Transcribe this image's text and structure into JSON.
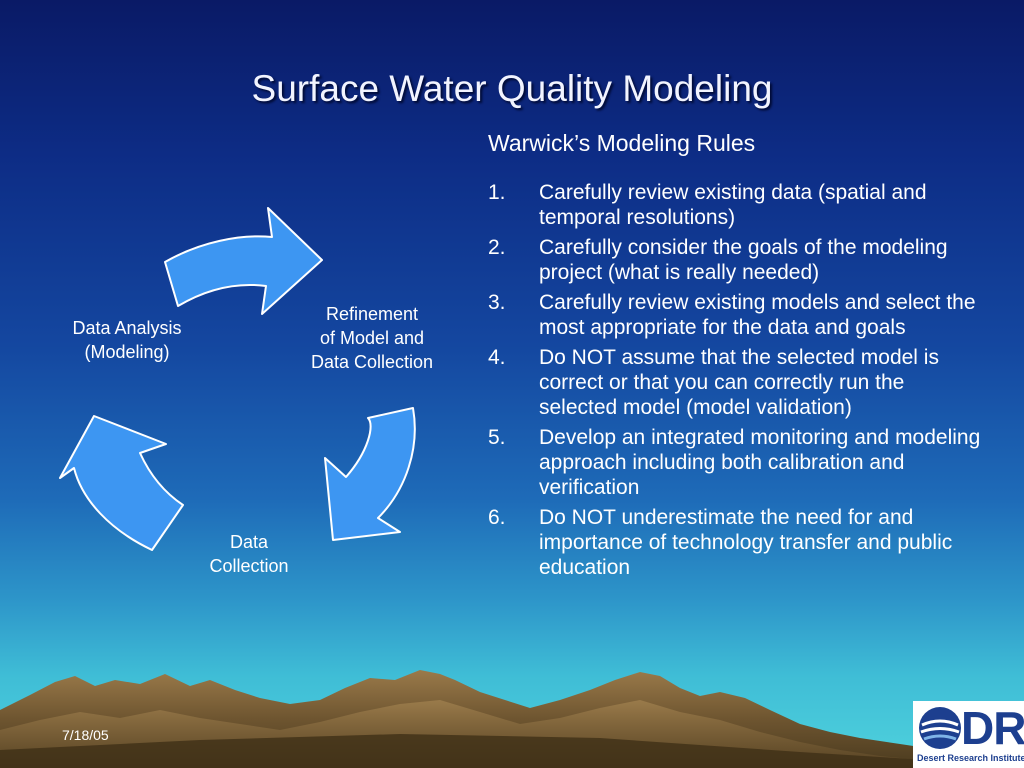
{
  "slide": {
    "title": "Surface Water Quality Modeling",
    "subtitle": "Warwick’s Modeling Rules",
    "date": "7/18/05"
  },
  "rules": [
    {
      "num": "1.",
      "text": "Carefully review existing data (spatial and temporal resolutions)"
    },
    {
      "num": "2.",
      "text": "Carefully consider the goals of the modeling project (what is really needed)"
    },
    {
      "num": "3.",
      "text": "Carefully review existing models and select the most appropriate for the data and goals"
    },
    {
      "num": "4.",
      "text": "Do NOT assume that the selected model is correct or that you can correctly run the selected model (model validation)"
    },
    {
      "num": "5.",
      "text": "Develop an integrated monitoring and modeling approach including both calibration and verification"
    },
    {
      "num": "6.",
      "text": "Do NOT underestimate the need for and importance of technology transfer and public education"
    }
  ],
  "cycle": {
    "analysis": {
      "line1": "Data Analysis",
      "line2": "(Modeling)"
    },
    "refinement": {
      "line1": "Refinement",
      "line2": "of Model and",
      "line3": "Data Collection"
    },
    "collection": {
      "line1": "Data",
      "line2": "Collection"
    }
  },
  "logo": {
    "mark": "DRI",
    "name": "Desert Research Institute"
  },
  "colors": {
    "arrow_fill": "#3d96f2",
    "arrow_stroke": "#ffffff",
    "background_top": "#0a1a66",
    "background_bottom": "#4fd2dd",
    "logo_blue": "#1d3f8f"
  }
}
